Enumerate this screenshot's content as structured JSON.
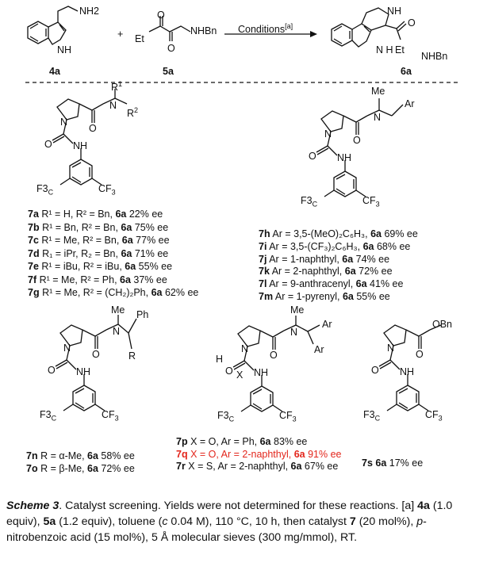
{
  "reaction": {
    "reagent1": {
      "id": "4a",
      "label_nh2": "NH2",
      "label_nh": "NH"
    },
    "reagent2": {
      "id": "5a",
      "label_et": "Et",
      "label_amide": "NHBn"
    },
    "plus": "+",
    "arrow_label": "Conditions",
    "arrow_label_sup": "[a]",
    "product": {
      "id": "6a",
      "label_nh_ring": "NH",
      "label_nh": "N H",
      "label_et": "Et",
      "label_amide": "NHBn"
    }
  },
  "scaffold_labels": {
    "N": "N",
    "NH": "NH",
    "O": "O",
    "CF3": "CF3",
    "F3C": "F3C",
    "Me": "Me",
    "Ar": "Ar",
    "Ph": "Ph",
    "R": "R",
    "H": "H",
    "X": "X",
    "OBn": "OBn",
    "R1": "R",
    "R2": "R"
  },
  "catalysts_group1": [
    {
      "id": "7a",
      "text": " R¹ = H, R² = Bn, ",
      "prod": "6a",
      "ee": " 22% ee"
    },
    {
      "id": "7b",
      "text": " R¹ = Bn, R² = Bn, ",
      "prod": "6a",
      "ee": " 75% ee"
    },
    {
      "id": "7c",
      "text": " R¹ = Me, R² = Bn, ",
      "prod": "6a",
      "ee": " 77% ee"
    },
    {
      "id": "7d",
      "text": " R₁ = iPr, R₂ = Bn, ",
      "prod": "6a",
      "ee": " 71% ee"
    },
    {
      "id": "7e",
      "text": " R¹ = iBu, R² = iBu, ",
      "prod": "6a",
      "ee": " 55% ee"
    },
    {
      "id": "7f",
      "text": " R¹ = Me, R² = Ph, ",
      "prod": "6a",
      "ee": " 37% ee"
    },
    {
      "id": "7g",
      "text": " R¹ = Me, R² = (CH₂)₂Ph, ",
      "prod": "6a",
      "ee": " 62% ee"
    }
  ],
  "catalysts_group2": [
    {
      "id": "7h",
      "text": " Ar = 3,5-(MeO)₂C₆H₃, ",
      "prod": "6a",
      "ee": " 69% ee"
    },
    {
      "id": "7i",
      "text": " Ar = 3,5-(CF₃)₂C₆H₃, ",
      "prod": "6a",
      "ee": " 68% ee"
    },
    {
      "id": "7j",
      "text": " Ar = 1-naphthyl, ",
      "prod": "6a",
      "ee": " 74% ee"
    },
    {
      "id": "7k",
      "text": " Ar = 2-naphthyl, ",
      "prod": "6a",
      "ee": " 72% ee"
    },
    {
      "id": "7l",
      "text": " Ar = 9-anthracenyl, ",
      "prod": "6a",
      "ee": " 41% ee"
    },
    {
      "id": "7m",
      "text": " Ar = 1-pyrenyl, ",
      "prod": "6a",
      "ee": " 55% ee"
    }
  ],
  "catalysts_group3": [
    {
      "id": "7n",
      "text": " R = α-Me, ",
      "prod": "6a",
      "ee": " 58% ee"
    },
    {
      "id": "7o",
      "text": " R = β-Me, ",
      "prod": "6a",
      "ee": " 72% ee"
    }
  ],
  "catalysts_group4": [
    {
      "id": "7p",
      "text": " X = O, Ar = Ph, ",
      "prod": "6a",
      "ee": " 83% ee"
    },
    {
      "id": "7q",
      "text": " X = O, Ar = 2-naphthyl, ",
      "prod": "6a",
      "ee": " 91% ee"
    },
    {
      "id": "7r",
      "text": " X = S, Ar = 2-naphthyl, ",
      "prod": "6a",
      "ee": " 67% ee"
    }
  ],
  "catalysts_group5": [
    {
      "id": "7s",
      "text": " ",
      "prod": "6a",
      "ee": " 17% ee"
    }
  ],
  "highlight_color": "#e3261c",
  "caption": {
    "head": "Scheme 3",
    "body1": ". Catalyst screening. Yields were not determined for these reactions. [a] ",
    "c1": "4a",
    "body2": " (1.0 equiv), ",
    "c2": "5a",
    "body3": " (1.2 equiv), toluene (",
    "c_ital": "c",
    "body4": " 0.04 M), 110 °C, 10 h, then catalyst ",
    "c3": "7",
    "body5": " (20 mol%), ",
    "p_ital": "p",
    "body6": "-nitrobenzoic acid (15 mol%), 5 Å molecular sieves (300 mg/mmol), RT."
  }
}
